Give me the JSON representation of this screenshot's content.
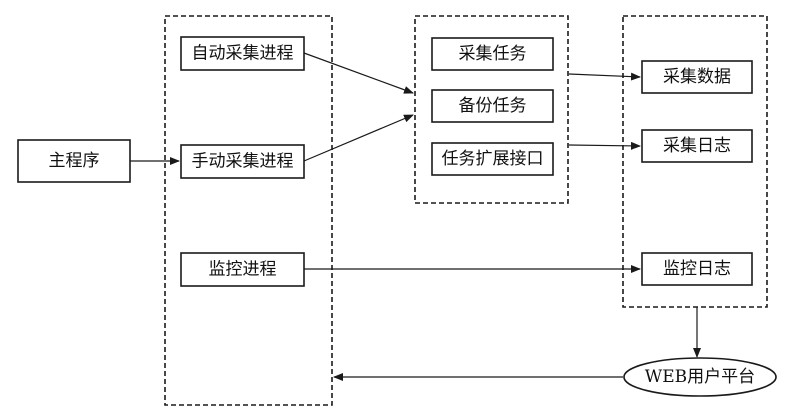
{
  "nodes": {
    "main_program": "主程序",
    "auto_collect_process": "自动采集进程",
    "manual_collect_process": "手动采集进程",
    "monitor_process": "监控进程",
    "collect_task": "采集任务",
    "backup_task": "备份任务",
    "task_extension_interface": "任务扩展接口",
    "collect_data": "采集数据",
    "collect_log": "采集日志",
    "monitor_log": "监控日志",
    "web_platform": "WEB用户平台"
  },
  "edges": [
    {
      "from": "main_program",
      "to": "manual_collect_process"
    },
    {
      "from": "auto_collect_process",
      "to": "tasks_group"
    },
    {
      "from": "manual_collect_process",
      "to": "tasks_group"
    },
    {
      "from": "tasks_group",
      "to": "collect_data"
    },
    {
      "from": "tasks_group",
      "to": "collect_log"
    },
    {
      "from": "monitor_process",
      "to": "monitor_log"
    },
    {
      "from": "outputs_group",
      "to": "web_platform"
    },
    {
      "from": "web_platform",
      "to": "processes_group"
    }
  ]
}
